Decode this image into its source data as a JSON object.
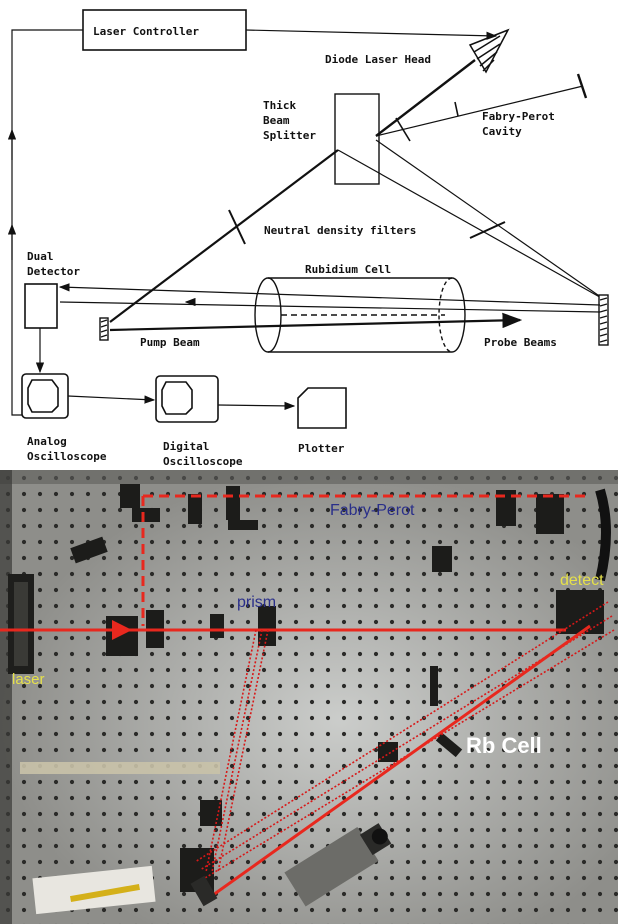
{
  "diagram": {
    "labels": {
      "laser_controller": "Laser Controller",
      "diode_laser_head": "Diode Laser Head",
      "thick_beam_splitter": [
        "Thick",
        "Beam",
        "Splitter"
      ],
      "fabry_perot_cavity": [
        "Fabry-Perot",
        "Cavity"
      ],
      "neutral_density_filters": "Neutral density filters",
      "dual_detector": [
        "Dual",
        "Detector"
      ],
      "rubidium_cell": "Rubidium Cell",
      "pump_beam": "Pump Beam",
      "probe_beams": "Probe Beams",
      "analog_oscilloscope": [
        "Analog",
        "Oscilloscope"
      ],
      "digital_oscilloscope": [
        "Digital",
        "Oscilloscope"
      ],
      "plotter": "Plotter"
    }
  },
  "photo": {
    "labels": {
      "fabry_perot": "Fabry-Perot",
      "prism": "prism",
      "detector": "detect",
      "laser": "laser",
      "rb_cell": "Rb Cell"
    },
    "colors": {
      "table": "#8e8e8a",
      "beam": "#e8281e",
      "fabry_perot_label": "#2a2f8a",
      "laser_label": "#e6e14a",
      "rb_cell_label": "#ffffff"
    }
  }
}
